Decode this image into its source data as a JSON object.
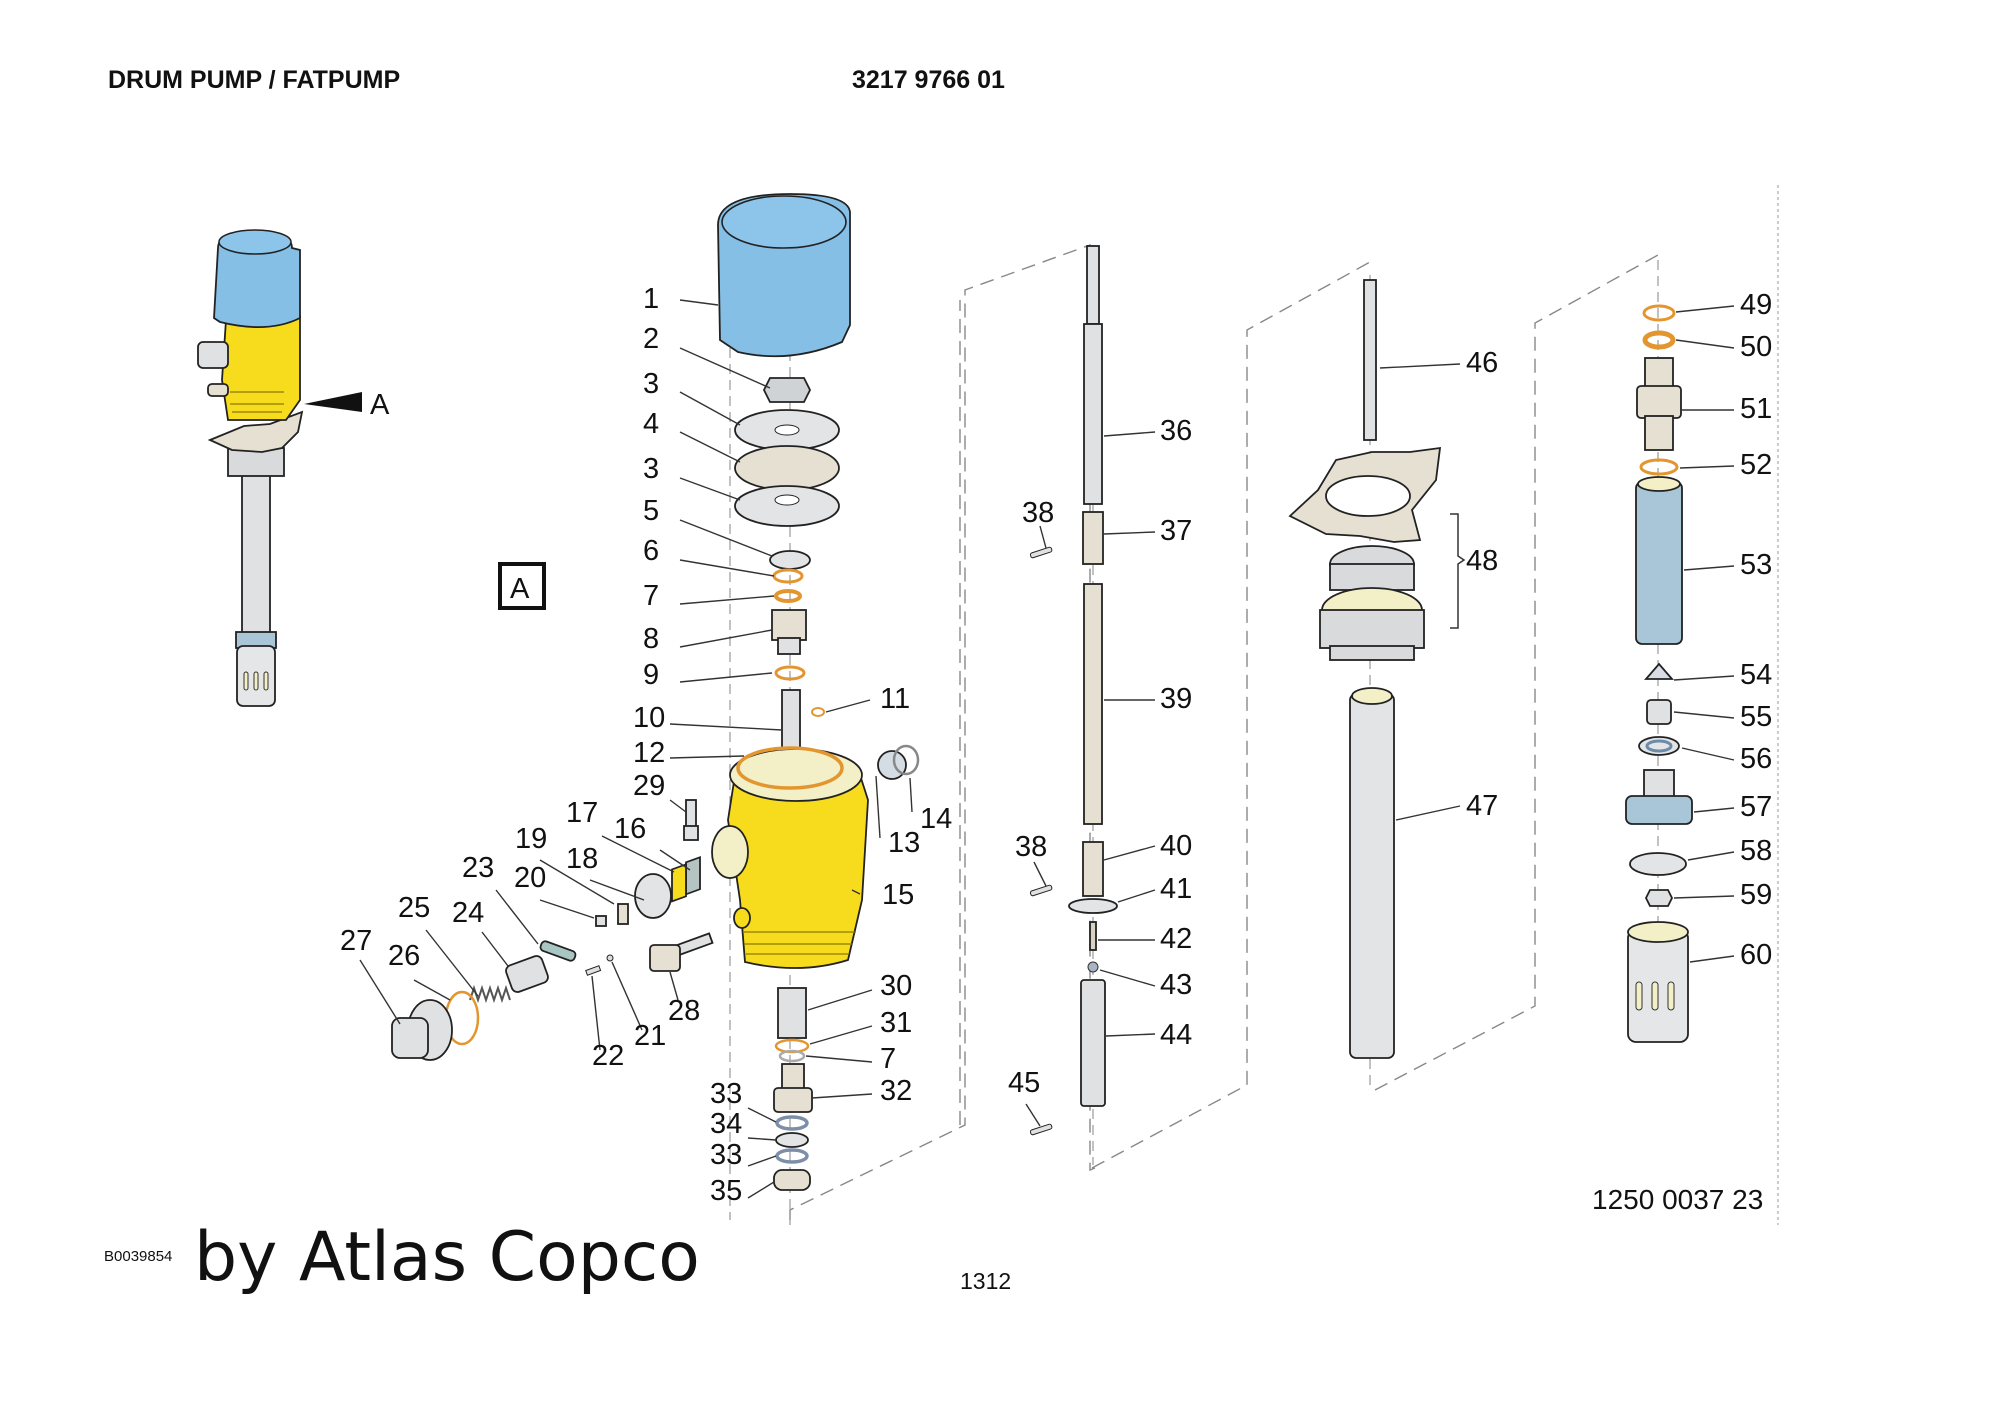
{
  "header": {
    "title": "DRUM PUMP / FATPUMP",
    "document_number": "3217 9766 01"
  },
  "overview": {
    "detail_marker": "A",
    "detail_box_label": "A"
  },
  "callouts": [
    "1",
    "2",
    "3",
    "4",
    "3",
    "5",
    "6",
    "7",
    "8",
    "9",
    "10",
    "11",
    "12",
    "29",
    "13",
    "14",
    "17",
    "16",
    "19",
    "18",
    "15",
    "23",
    "20",
    "25",
    "24",
    "27",
    "26",
    "28",
    "21",
    "22",
    "30",
    "31",
    "7",
    "32",
    "33",
    "34",
    "33",
    "35",
    "36",
    "38",
    "37",
    "39",
    "38",
    "40",
    "41",
    "42",
    "43",
    "44",
    "45",
    "46",
    "48",
    "47",
    "49",
    "50",
    "51",
    "52",
    "53",
    "54",
    "55",
    "56",
    "57",
    "58",
    "59",
    "60"
  ],
  "footer": {
    "figure_code": "B0039854",
    "brand": "by Atlas Copco",
    "page_number": "1312",
    "part_number": "1250 0037 23"
  },
  "colors": {
    "motor_blue": "#86bfe6",
    "housing_yellow": "#f7dc1e",
    "oring_orange": "#e3962f",
    "metal_grey": "#dfe1e3",
    "beige": "#e6e0d2",
    "steel_blue": "#a9c6d8"
  }
}
